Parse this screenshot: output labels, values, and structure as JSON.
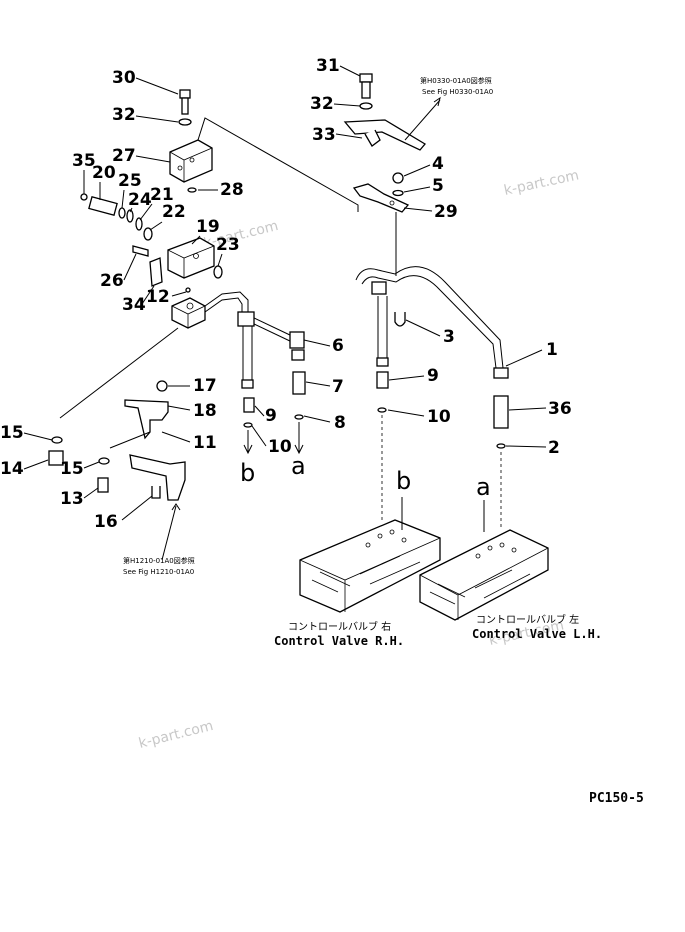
{
  "part_labels": [
    "30",
    "32",
    "27",
    "35",
    "20",
    "25",
    "24",
    "21",
    "22",
    "28",
    "19",
    "23",
    "26",
    "34",
    "12",
    "31",
    "32",
    "33",
    "4",
    "5",
    "29",
    "3",
    "1",
    "6",
    "7",
    "8",
    "9",
    "10",
    "9",
    "10",
    "36",
    "2",
    "17",
    "18",
    "11",
    "15",
    "14",
    "15",
    "13",
    "16"
  ],
  "flow_labels": [
    "b",
    "a",
    "b",
    "a"
  ],
  "see_fig_top": {
    "jp": "第H0330-01A0図参照",
    "en": "See Fig H0330-01A0"
  },
  "see_fig_bottom": {
    "jp": "第H1210-01A0図参照",
    "en": "See Fig H1210-01A0"
  },
  "control_valve_rh": {
    "jp": "コントロールバルブ 右",
    "en": "Control Valve R.H."
  },
  "control_valve_lh": {
    "jp": "コントロールバルブ 左",
    "en": "Control Valve L.H."
  },
  "model": "PC150-5",
  "watermark": "k-part.com"
}
